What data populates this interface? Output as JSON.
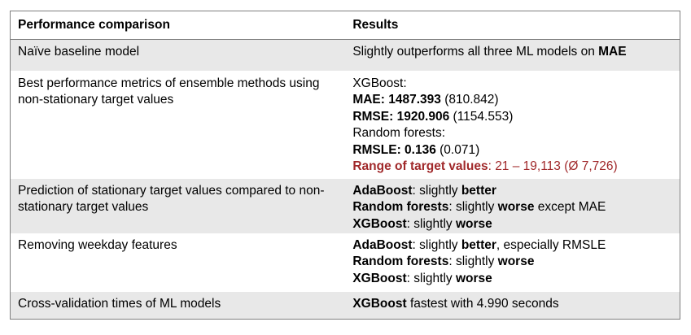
{
  "table": {
    "headers": [
      "Performance comparison",
      "Results"
    ],
    "rows": [
      {
        "comparison": "Naïve baseline model",
        "result_lines": [
          {
            "pre": "Slightly outperforms all three ML models on ",
            "bold": "MAE"
          }
        ]
      },
      {
        "comparison": "Best performance metrics of ensemble methods using non-stationary target values",
        "result_lines": [
          {
            "plain": "XGBoost:"
          },
          {
            "bold": "MAE: 1487.393",
            "post": " (810.842)"
          },
          {
            "bold": "RMSE: 1920.906",
            "post": " (1154.553)"
          },
          {
            "plain": "Random forests:"
          },
          {
            "bold": "RMSLE: 0.136",
            "post": " (0.071)"
          },
          {
            "bold": "Range of target values",
            "post": ": 21 – 19,113 (Ø 7,726)"
          }
        ]
      },
      {
        "comparison": "Prediction of stationary target values compared to non-stationary target values",
        "result_lines": [
          {
            "bold": "AdaBoost",
            "mid": ": slightly ",
            "bold2": "better"
          },
          {
            "bold": "Random forests",
            "mid": ": slightly ",
            "bold2": "worse",
            "post": " except MAE"
          },
          {
            "bold": "XGBoost",
            "mid": ": slightly ",
            "bold2": "worse"
          }
        ]
      },
      {
        "comparison": "Removing weekday features",
        "result_lines": [
          {
            "bold": "AdaBoost",
            "mid": ": slightly ",
            "bold2": "better",
            "post": ", especially RMSLE"
          },
          {
            "bold": "Random forests",
            "mid": ": slightly ",
            "bold2": "worse"
          },
          {
            "bold": "XGBoost",
            "mid": ": slightly ",
            "bold2": "worse"
          }
        ]
      },
      {
        "comparison": "Cross-validation times of ML models",
        "result_lines": [
          {
            "bold": "XGBoost",
            "post": " fastest with 4.990 seconds"
          }
        ]
      }
    ]
  },
  "colors": {
    "highlight_red": "#a0282a",
    "row_shade": "#e8e8e8",
    "border": "#7f7f7f"
  }
}
